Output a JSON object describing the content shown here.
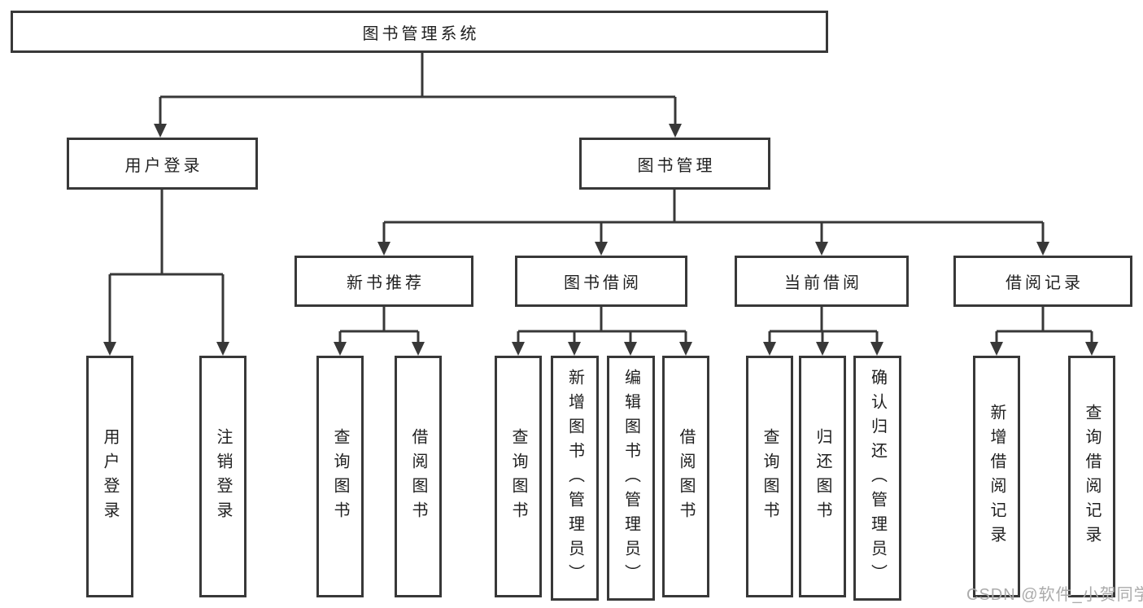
{
  "diagram": {
    "root": "图书管理系统",
    "level2": {
      "user_login": "用户登录",
      "book_mgmt": "图书管理"
    },
    "level3": {
      "new_book": "新书推荐",
      "book_borrow": "图书借阅",
      "current_borrow": "当前借阅",
      "borrow_record": "借阅记录"
    },
    "leaves": {
      "login_user": "用户登录",
      "login_logout": "注销登录",
      "nb_query": "查询图书",
      "nb_borrow": "借阅图书",
      "bb_query": "查询图书",
      "bb_add": "新增图书（管理员）",
      "bb_edit": "编辑图书（管理员）",
      "bb_borrow": "借阅图书",
      "cb_query": "查询图书",
      "cb_return": "归还图书",
      "cb_confirm": "确认归还（管理员）",
      "br_add": "新增借阅记录",
      "br_query": "查询借阅记录"
    }
  },
  "watermark": "CSDN @软件_小贺同学",
  "colors": {
    "line": "#383838",
    "box_border": "#383838",
    "text": "#1f1f1f",
    "watermark": "#ababab",
    "background": "#ffffff"
  }
}
